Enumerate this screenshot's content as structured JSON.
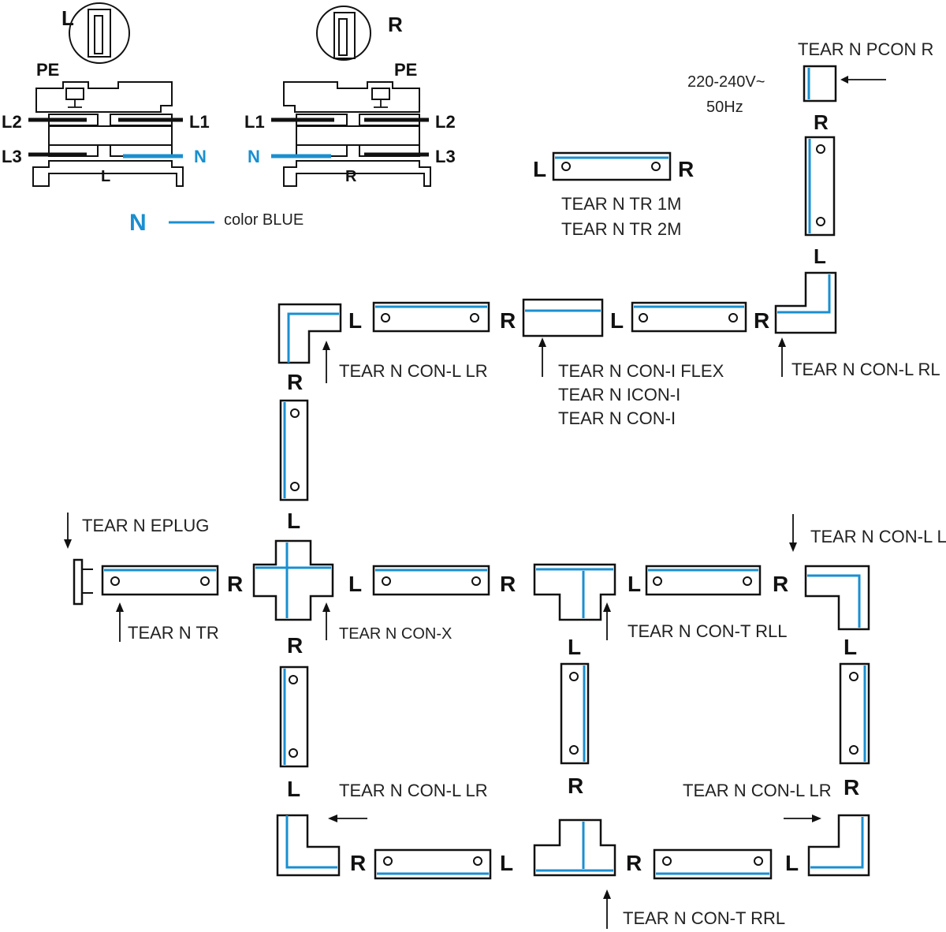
{
  "colors": {
    "blue": "#1a8fd0",
    "black": "#111111"
  },
  "wiring": {
    "left": {
      "head": "L",
      "pe": "PE",
      "l2": "L2",
      "l1": "L1",
      "l3": "L3",
      "n": "N",
      "bottom": "L"
    },
    "right": {
      "head": "R",
      "pe": "PE",
      "l1": "L1",
      "l2": "L2",
      "n": "N",
      "l3": "L3",
      "bottom": "R"
    },
    "legend": {
      "symbol": "N",
      "text": "color BLUE"
    }
  },
  "power": {
    "voltage": "220-240V~",
    "freq": "50Hz",
    "name": "TEAR N PCON R",
    "side_r": "R",
    "side_l": "L"
  },
  "straight": {
    "names": [
      "TEAR N TR 1M",
      "TEAR N TR 2M"
    ],
    "side_l": "L",
    "side_r": "R"
  },
  "top_row": {
    "corner_left_name": "TEAR N CON-L LR",
    "flex_names": [
      "TEAR N CON-I FLEX",
      "TEAR N ICON-I",
      "TEAR N CON-I"
    ],
    "corner_right_name": "TEAR N CON-L RL",
    "labels": {
      "a": "L",
      "b": "R",
      "c": "L",
      "d": "R"
    }
  },
  "left_column": {
    "r_top": "R",
    "l_bottom": "L"
  },
  "middle_row": {
    "eplug": "TEAR N EPLUG",
    "tr": "TEAR N TR",
    "con_x": "TEAR N CON-X",
    "con_t_rll": "TEAR N CON-T RLL",
    "con_l_lr": "TEAR N CON-L LR",
    "labels": {
      "r1": "R",
      "l2": "L",
      "r2": "R",
      "l3": "L",
      "r3": "R"
    }
  },
  "lower_labels": {
    "x_r": "R",
    "x_l": "L",
    "t_l": "L",
    "t_r": "R",
    "c_l": "L",
    "c_r": "R"
  },
  "bottom_row": {
    "left_name": "TEAR N CON-L LR",
    "right_name": "TEAR N CON-L LR",
    "t_name": "TEAR N CON-T RRL",
    "labels": {
      "r1": "R",
      "l1": "L",
      "r2": "R",
      "l2": "L"
    }
  }
}
